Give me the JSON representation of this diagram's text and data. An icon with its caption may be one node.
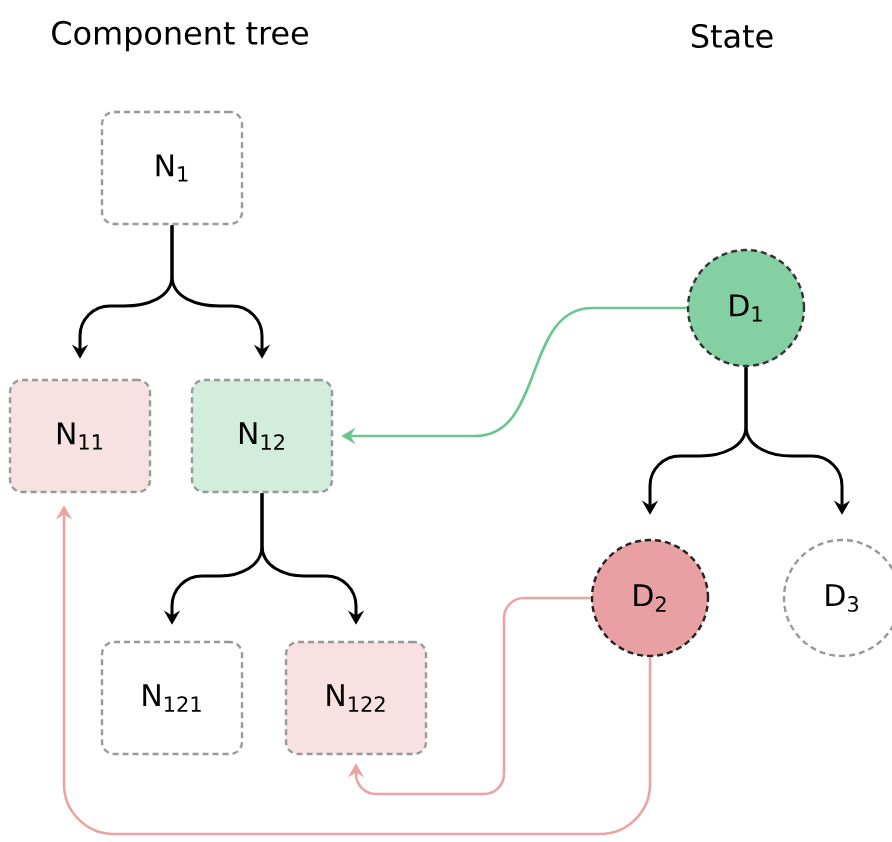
{
  "diagram": {
    "nodes": [
      {
        "text": [
          "N$_{1}$"
        ]
      },
      {
        "text": [
          "N$_{11}$"
        ]
      },
      {
        "text": [
          "N$_{12}$"
        ]
      },
      {
        "text": [
          "N$_{121}$"
        ]
      },
      {
        "text": [
          "N$_{122}$"
        ]
      },
      {
        "text": [
          "D$_{1}$"
        ]
      },
      {
        "text": [
          "D$_{2}$"
        ]
      },
      {
        "text": [
          "D$_{3}$"
        ]
      }
    ],
    "edges": [
      {
        "from": 0,
        "to": 1,
        "arrow": "to"
      },
      {
        "from": 0,
        "to": 2,
        "arrow": "to"
      },
      {
        "from": 2,
        "to": 3,
        "arrow": "to"
      },
      {
        "from": 2,
        "to": 4,
        "arrow": "to"
      },
      {
        "from": 5,
        "to": 6,
        "arrow": "to"
      },
      {
        "from": 5,
        "to": 7,
        "arrow": "to"
      },
      {
        "from": 5,
        "to": 2,
        "arrow": "to",
        "color": "#6cc58e"
      },
      {
        "from": 6,
        "to": 4,
        "arrow": "to",
        "color": "#eba3a3"
      },
      {
        "from": 6,
        "to": 1,
        "arrow": "to",
        "color": "#eba3a3"
      }
    ],
    "labels": [
      "Component tree",
      "State"
    ]
  }
}
